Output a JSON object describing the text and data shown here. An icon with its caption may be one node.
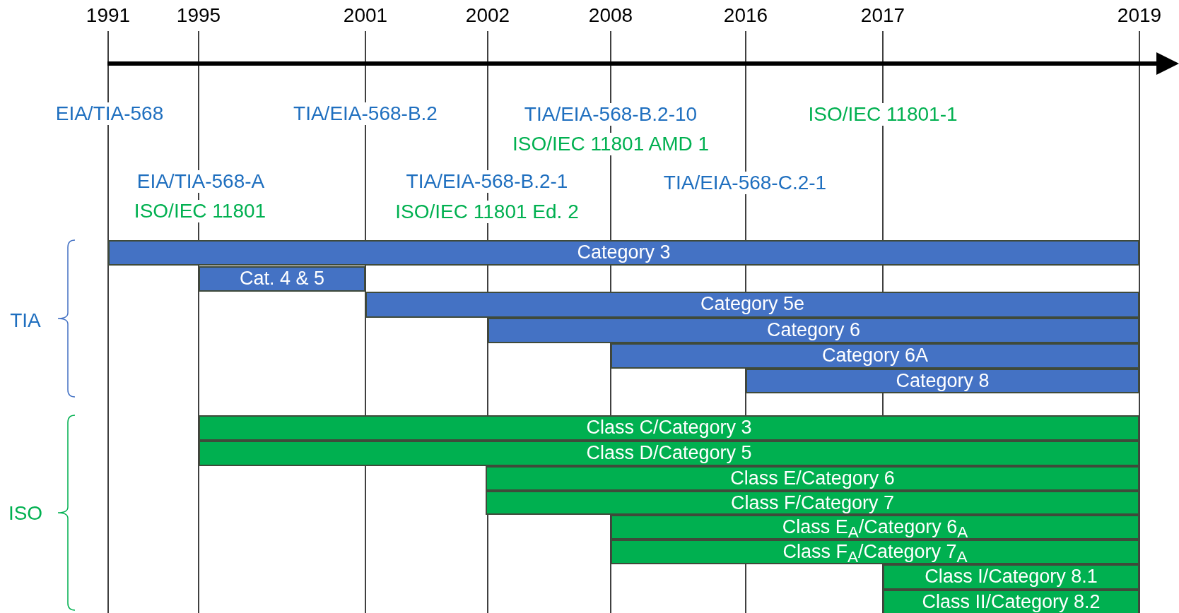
{
  "diagram": {
    "nodes": [
      {
        "text": [
          "Category 3"
        ]
      },
      {
        "text": [
          "Cat.  4 & 5"
        ]
      },
      {
        "text": [
          "Category 5e"
        ]
      },
      {
        "text": [
          "Category 6"
        ]
      },
      {
        "text": [
          "Category 6A"
        ]
      },
      {
        "text": [
          "Category 8"
        ]
      },
      {
        "text": [
          "Class C/Category 3"
        ]
      },
      {
        "text": [
          "Class D/Category 5"
        ]
      },
      {
        "text": [
          "Class E/Category 6"
        ]
      },
      {
        "text": [
          "Class F/Category 7"
        ]
      },
      {
        "text": [
          "Class E$_{A}$/Category 6$_{A}$"
        ]
      },
      {
        "text": [
          "Class F$_{A}$/Category 7$_{A}$"
        ]
      },
      {
        "text": [
          "Class I/Category 8.1"
        ]
      },
      {
        "text": [
          "Class II/Category 8.2"
        ]
      }
    ],
    "edges": [],
    "labels": [
      "1991",
      "1995",
      "2001",
      "2002",
      "2008",
      "2016",
      "2017",
      "2019",
      "EIA/TIA-568",
      "TIA/EIA-568-B.2",
      "TIA/EIA-568-B.2-10",
      "ISO/IEC 11801 AMD 1",
      "ISO/IEC 11801-1",
      "EIA/TIA-568-A",
      "ISO/IEC 11801",
      "TIA/EIA-568-B.2-1",
      "ISO/IEC 11801 Ed. 2",
      "TIA/EIA-568-C.2-1",
      "TIA",
      "ISO"
    ]
  }
}
